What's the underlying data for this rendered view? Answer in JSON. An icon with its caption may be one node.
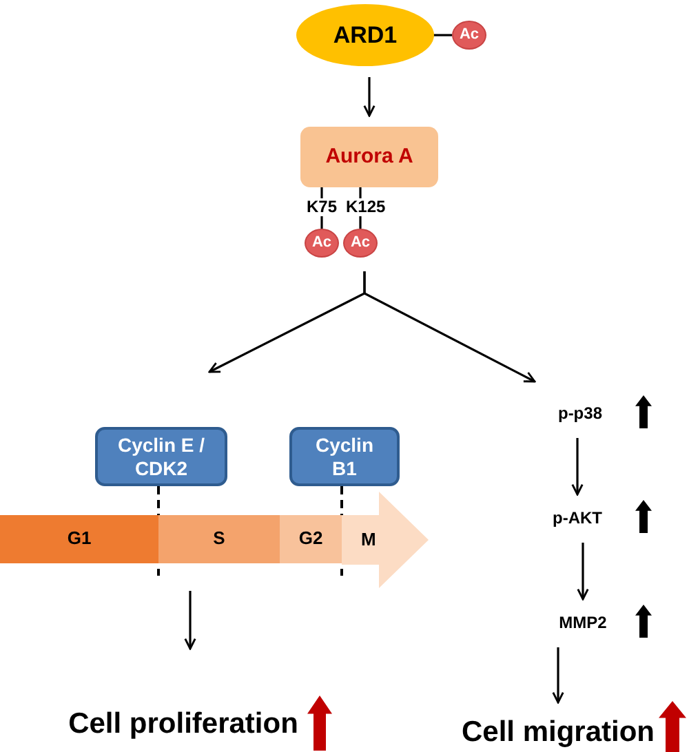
{
  "diagram": {
    "nodes": [
      {
        "text": [
          "ARD1"
        ]
      },
      {
        "text": [
          "Ac"
        ]
      },
      {
        "text": [
          "Aurora A"
        ]
      },
      {
        "text": [
          "Ac"
        ]
      },
      {
        "text": [
          "Ac"
        ]
      },
      {
        "text": [
          "Cyclin E / CDK2"
        ]
      },
      {
        "text": [
          "Cyclin B1"
        ]
      },
      {
        "text": [
          "G1"
        ]
      },
      {
        "text": [
          "S"
        ]
      },
      {
        "text": [
          "G2"
        ]
      },
      {
        "text": [
          "M"
        ]
      },
      {
        "text": [
          "Cell proliferation"
        ]
      },
      {
        "text": [
          "p-p38"
        ]
      },
      {
        "text": [
          "p-AKT"
        ]
      },
      {
        "text": [
          "MMP2"
        ]
      },
      {
        "text": [
          "Cell migration"
        ]
      }
    ],
    "edges": [
      {
        "from": 0,
        "to": 1,
        "arrow": "none"
      },
      {
        "from": 0,
        "to": 2,
        "arrow": "to"
      },
      {
        "from": 2,
        "to": 3,
        "arrow": "none",
        "label": "K75"
      },
      {
        "from": 2,
        "to": 4,
        "arrow": "none",
        "label": "K125"
      },
      {
        "from": 4,
        "to": null,
        "arrow": "to"
      },
      {
        "from": 4,
        "to": 12,
        "arrow": "to"
      },
      {
        "from": 8,
        "to": 11,
        "arrow": "to"
      },
      {
        "from": 12,
        "to": 13,
        "arrow": "to"
      },
      {
        "from": 13,
        "to": 14,
        "arrow": "to"
      },
      {
        "from": 14,
        "to": 15,
        "arrow": "to"
      }
    ]
  }
}
